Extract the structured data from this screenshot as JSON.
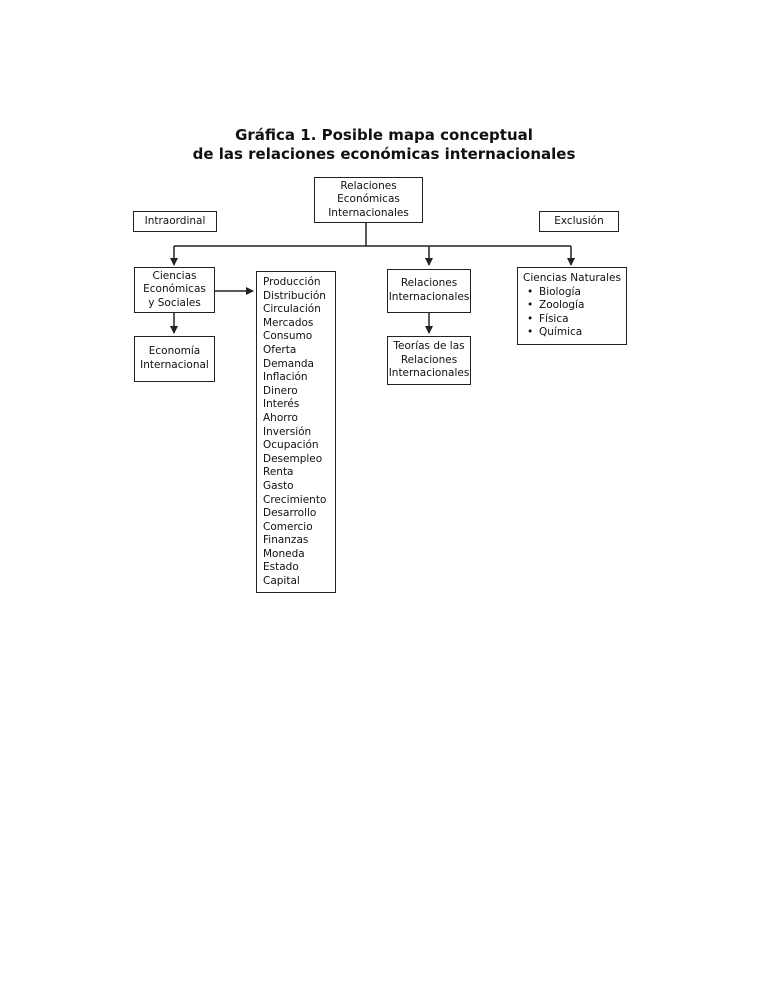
{
  "title": {
    "line1": "Gráfica 1. Posible mapa conceptual",
    "line2": "de las relaciones económicas internacionales"
  },
  "nodes": {
    "root": [
      "Relaciones",
      "Económicas",
      "Internacionales"
    ],
    "intraordinal": "Intraordinal",
    "exclusion": "Exclusión",
    "ciencias_economicas": [
      "Ciencias",
      "Económicas",
      "y Sociales"
    ],
    "economia_internacional": [
      "Economía",
      "Internacional"
    ],
    "relaciones_internacionales": [
      "Relaciones",
      "Internacionales"
    ],
    "teorias": [
      "Teorías de las",
      "Relaciones",
      "Internacionales"
    ],
    "ciencias_naturales": {
      "heading": "Ciencias Naturales",
      "items": [
        "Biología",
        "Zoología",
        "Física",
        "Química"
      ]
    },
    "conceptos": [
      "Producción",
      "Distribución",
      "Circulación",
      "Mercados",
      "Consumo",
      "Oferta",
      "Demanda",
      "Inflación",
      "Dinero",
      "Interés",
      "Ahorro",
      "Inversión",
      "Ocupación",
      "Desempleo",
      "Renta",
      "Gasto",
      "Crecimiento",
      "Desarrollo",
      "Comercio",
      "Finanzas",
      "Moneda",
      "Estado",
      "Capital"
    ]
  }
}
